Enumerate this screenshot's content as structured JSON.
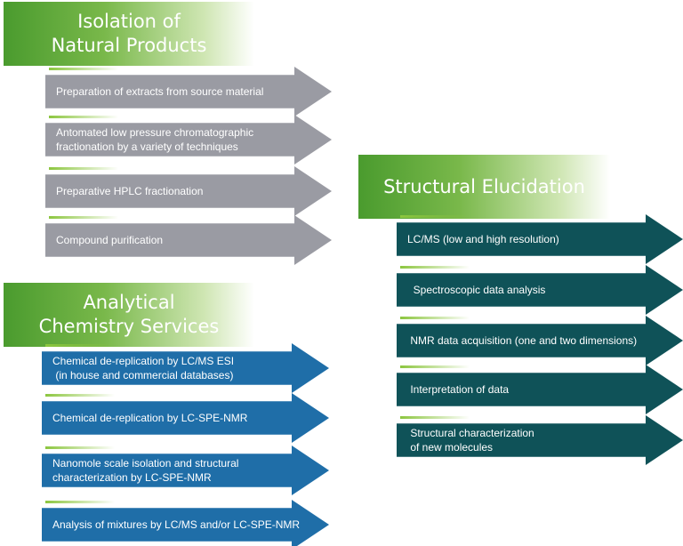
{
  "colors": {
    "gray_arrow": "#9a9ba3",
    "blue_arrow": "#1f6ea8",
    "teal_arrow": "#0f5258",
    "header_green": "#5aa635"
  },
  "sections": [
    {
      "id": "isolation",
      "title_lines": [
        "Isolation of",
        "Natural Products"
      ],
      "arrow_color": "#9a9ba3",
      "items": [
        {
          "lines": [
            "Preparation of extracts from source material"
          ]
        },
        {
          "lines": [
            "Antomated low pressure chromatographic",
            "fractionation by a variety of techniques"
          ]
        },
        {
          "lines": [
            "Preparative HPLC fractionation"
          ]
        },
        {
          "lines": [
            "Compound purification"
          ]
        }
      ]
    },
    {
      "id": "analytical",
      "title_lines": [
        "Analytical",
        "Chemistry Services"
      ],
      "arrow_color": "#1f6ea8",
      "items": [
        {
          "lines": [
            "Chemical de-replication by LC/MS ESI",
            " (in house and commercial databases)"
          ]
        },
        {
          "lines": [
            "Chemical de-replication by LC-SPE-NMR"
          ]
        },
        {
          "lines": [
            "Nanomole scale isolation and structural",
            "characterization by LC-SPE-NMR"
          ]
        },
        {
          "lines": [
            "Analysis of mixtures by LC/MS and/or LC-SPE-NMR"
          ]
        }
      ]
    },
    {
      "id": "structural",
      "title_lines": [
        "Structural Elucidation"
      ],
      "arrow_color": "#0f5258",
      "items": [
        {
          "lines": [
            "LC/MS (low and high resolution)"
          ]
        },
        {
          "lines": [
            "  Spectroscopic data analysis"
          ]
        },
        {
          "lines": [
            " NMR data acquisition (one and two dimensions)"
          ]
        },
        {
          "lines": [
            " Interpretation of data"
          ]
        },
        {
          "lines": [
            " Structural characterization",
            " of new molecules"
          ]
        }
      ]
    }
  ]
}
